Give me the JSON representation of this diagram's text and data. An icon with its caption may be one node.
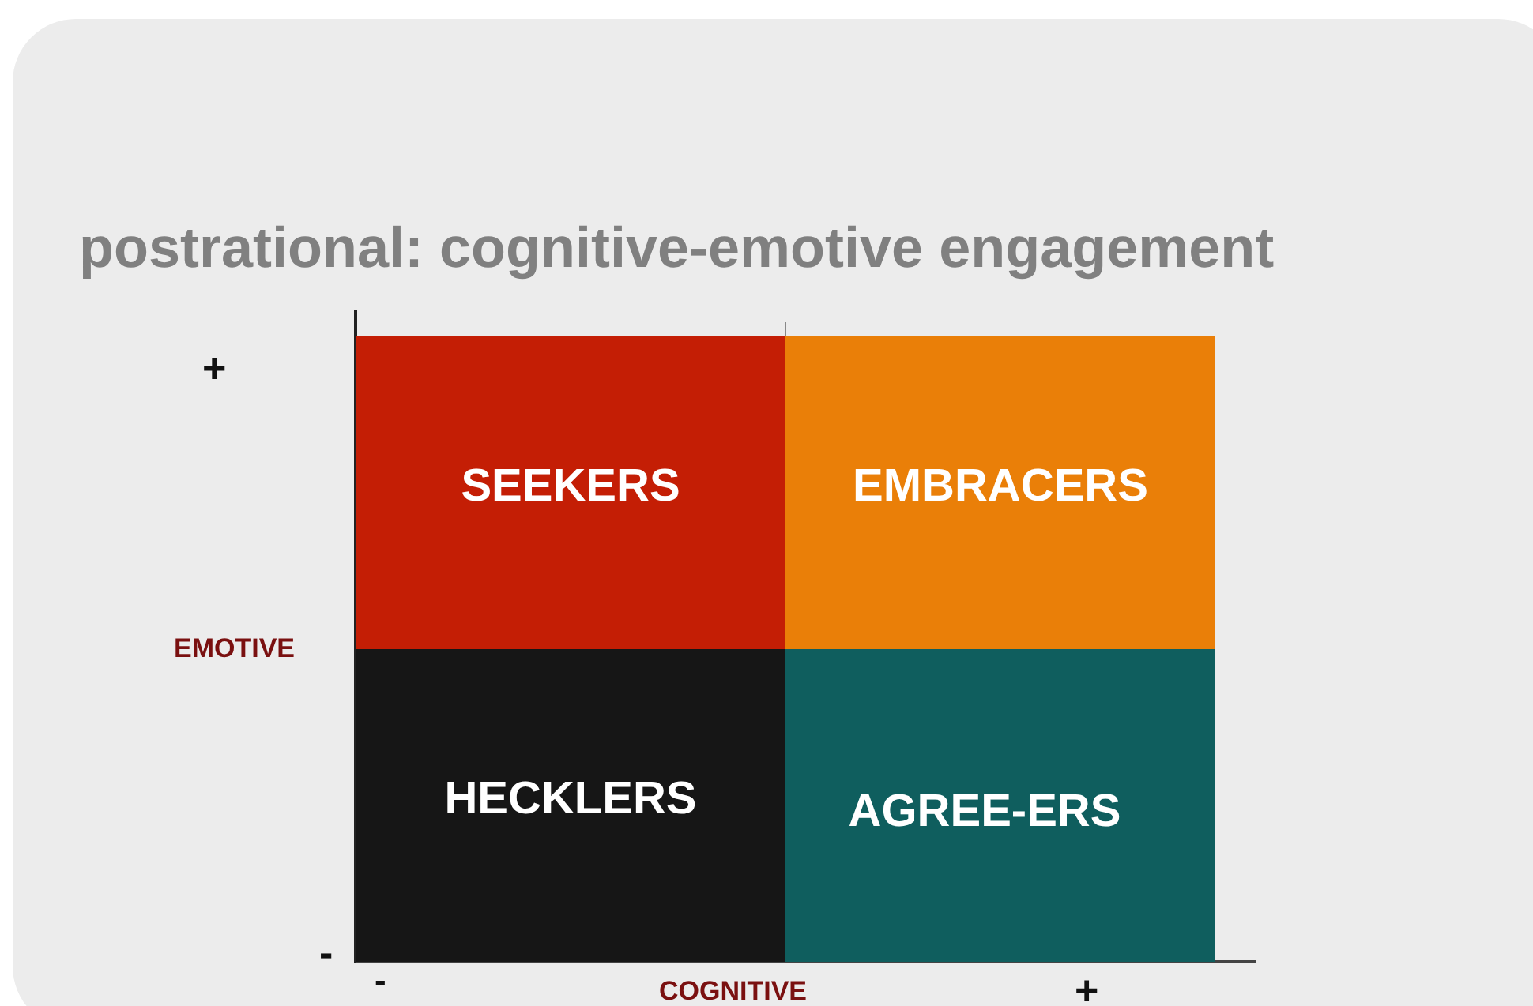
{
  "diagram": {
    "title": "postrational: cognitive-emotive engagement",
    "nodes": [
      {
        "text": [
          "SEEKERS"
        ]
      },
      {
        "text": [
          "EMBRACERS"
        ]
      },
      {
        "text": [
          "HECKLERS"
        ]
      },
      {
        "text": [
          "AGREE-ERS"
        ]
      }
    ],
    "labels": [
      "+",
      "EMOTIVE",
      "-",
      "-",
      "COGNITIVE",
      "+"
    ]
  }
}
